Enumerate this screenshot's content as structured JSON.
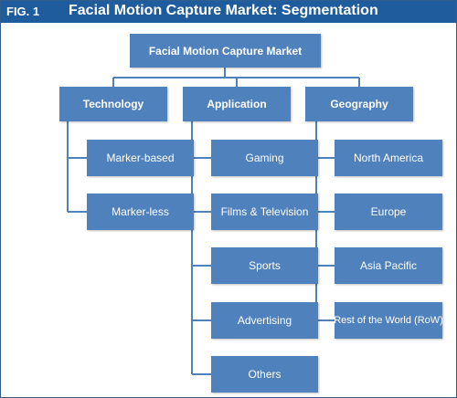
{
  "header": {
    "fig_label": "FIG. 1",
    "title": "Facial Motion Capture Market: Segmentation"
  },
  "root": {
    "label": "Facial Motion Capture Market"
  },
  "categories": {
    "technology": {
      "label": "Technology",
      "items": [
        "Marker-based",
        "Marker-less"
      ]
    },
    "application": {
      "label": "Application",
      "items": [
        "Gaming",
        "Films & Television",
        "Sports",
        "Advertising",
        "Others"
      ]
    },
    "geography": {
      "label": "Geography",
      "items": [
        "North America",
        "Europe",
        "Asia Pacific",
        "Rest of the World (RoW)"
      ]
    }
  },
  "colors": {
    "header_bg": "#1f5c9e",
    "box_fill": "#4f81bd",
    "connector": "#4f81bd"
  }
}
